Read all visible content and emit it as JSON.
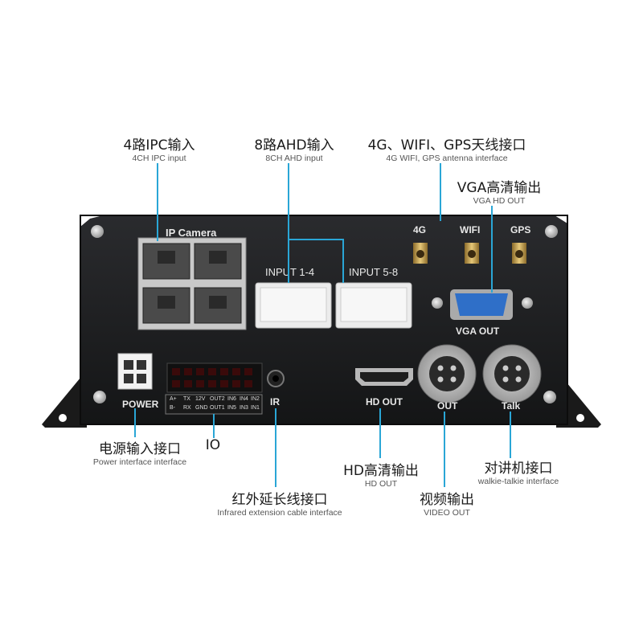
{
  "callouts": {
    "ipc": {
      "cn": "4路IPC输入",
      "en": "4CH  IPC input"
    },
    "ahd": {
      "cn": "8路AHD输入",
      "en": "8CH  AHD input"
    },
    "antenna": {
      "cn": "4G、WIFI、GPS天线接口",
      "en": "4G WIFI, GPS antenna interface"
    },
    "vga": {
      "cn": "VGA高清输出",
      "en": "VGA HD OUT"
    },
    "power": {
      "cn": "电源输入接口",
      "en": "Power interface  interface"
    },
    "io": {
      "cn": "IO"
    },
    "hd": {
      "cn": "HD高清输出",
      "en": "HD OUT"
    },
    "talk": {
      "cn": "对讲机接口",
      "en": "walkie-talkie interface"
    },
    "ir": {
      "cn": "红外延长线接口",
      "en": "Infrared extension cable interface"
    },
    "video": {
      "cn": "视频输出",
      "en": "VIDEO OUT"
    }
  },
  "panel": {
    "ip_camera": "IP  Camera",
    "input_1_4": "INPUT 1-4",
    "input_5_8": "INPUT 5-8",
    "ant_4g": "4G",
    "ant_wifi": "WIFI",
    "ant_gps": "GPS",
    "vga_out": "VGA OUT",
    "power": "POWER",
    "ir": "IR",
    "hd_out": "HD OUT",
    "out": "OUT",
    "talk": "Talk",
    "io_top": [
      "A+",
      "TX",
      "12V",
      "OUT2",
      "IN6",
      "IN4",
      "IN2"
    ],
    "io_bottom": [
      "B-",
      "RX",
      "GND",
      "OUT1",
      "IN5",
      "IN3",
      "IN1"
    ]
  },
  "colors": {
    "callout_line": "#2aa6d6",
    "chassis": "#1c1d1f",
    "vga_port": "#2f6fc8"
  }
}
